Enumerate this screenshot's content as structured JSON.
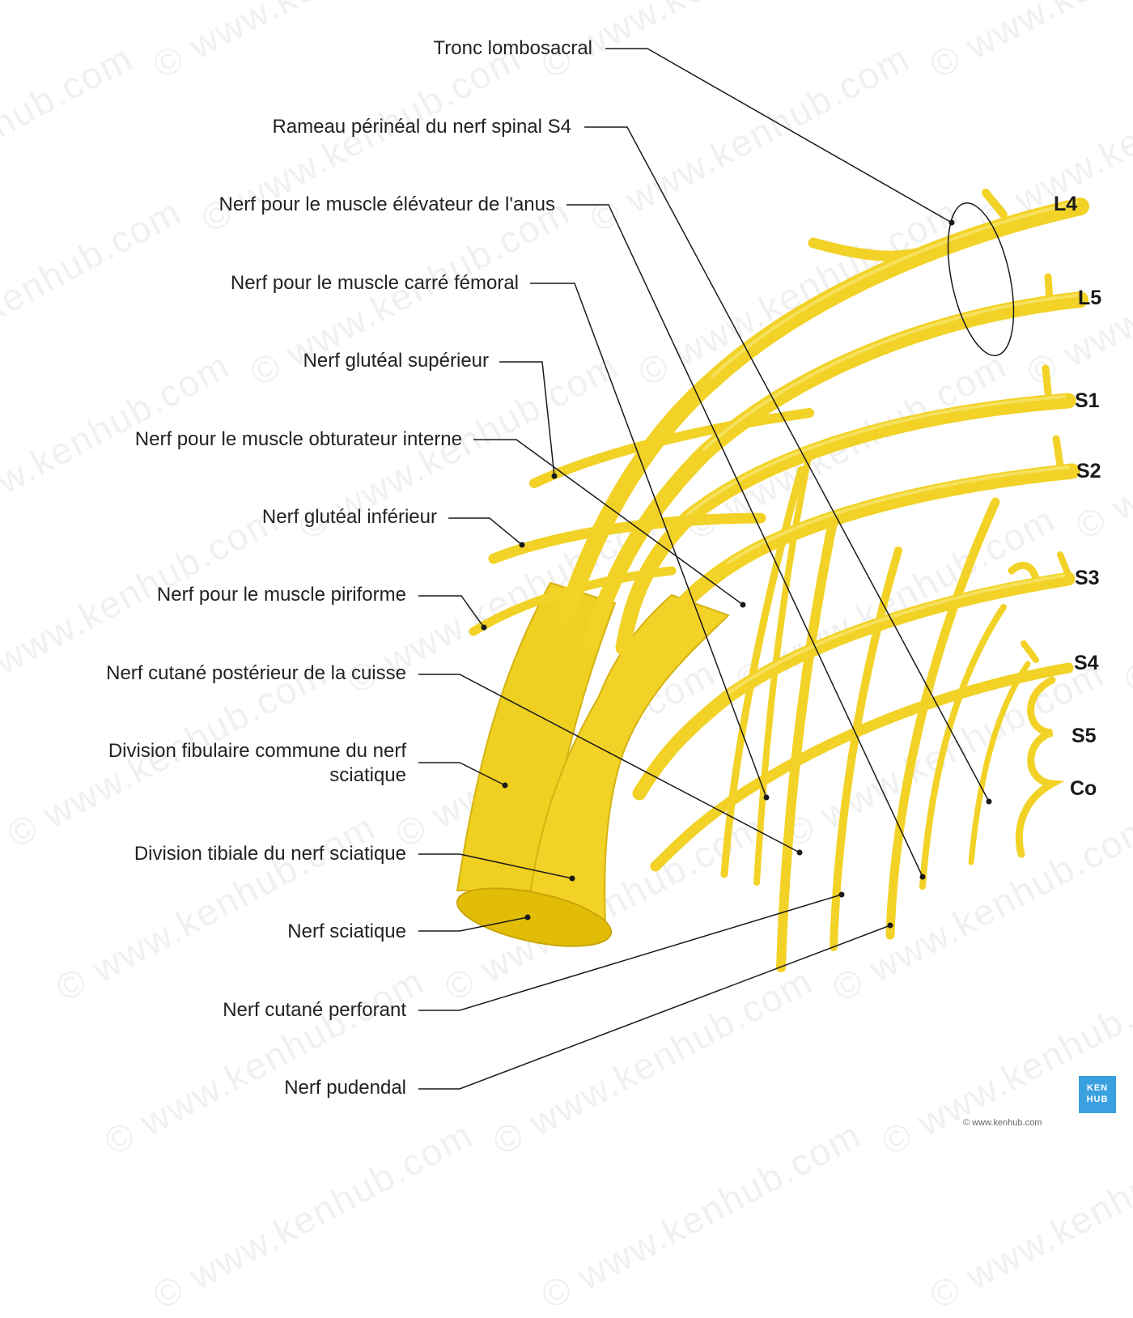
{
  "labels": [
    {
      "id": "tronc-lombosacral",
      "text": "Tronc lombosacral"
    },
    {
      "id": "rameau-perineal",
      "text": "Rameau périnéal du nerf spinal S4"
    },
    {
      "id": "nerf-elevateur-anus",
      "text": "Nerf pour le muscle élévateur de l'anus"
    },
    {
      "id": "nerf-carre-femoral",
      "text": "Nerf pour le muscle carré fémoral"
    },
    {
      "id": "nerf-gluteal-superieur",
      "text": "Nerf glutéal supérieur"
    },
    {
      "id": "nerf-obturateur-interne",
      "text": "Nerf pour le muscle obturateur interne"
    },
    {
      "id": "nerf-gluteal-inferieur",
      "text": "Nerf glutéal inférieur"
    },
    {
      "id": "nerf-piriforme",
      "text": "Nerf pour le muscle piriforme"
    },
    {
      "id": "nerf-cutane-posterieur",
      "text": "Nerf cutané postérieur de la cuisse"
    },
    {
      "id": "division-fibulaire",
      "text": "Division fibulaire commune du nerf",
      "text2": "sciatique"
    },
    {
      "id": "division-tibiale",
      "text": "Division tibiale du nerf sciatique"
    },
    {
      "id": "nerf-sciatique",
      "text": "Nerf sciatique"
    },
    {
      "id": "nerf-cutane-perforant",
      "text": "Nerf cutané perforant"
    },
    {
      "id": "nerf-pudendal",
      "text": "Nerf pudendal"
    }
  ],
  "roots": [
    "L4",
    "L5",
    "S1",
    "S2",
    "S3",
    "S4",
    "S5",
    "Co"
  ],
  "watermark": "© www.kenhub.com",
  "logo": {
    "line1": "KEN",
    "line2": "HUB"
  },
  "copyright": "© www.kenhub.com",
  "colors": {
    "nerve": "#f2d226",
    "nerve_dark": "#d4b312",
    "nerve_light": "#f8e56a",
    "leader": "#1a1a1a"
  }
}
